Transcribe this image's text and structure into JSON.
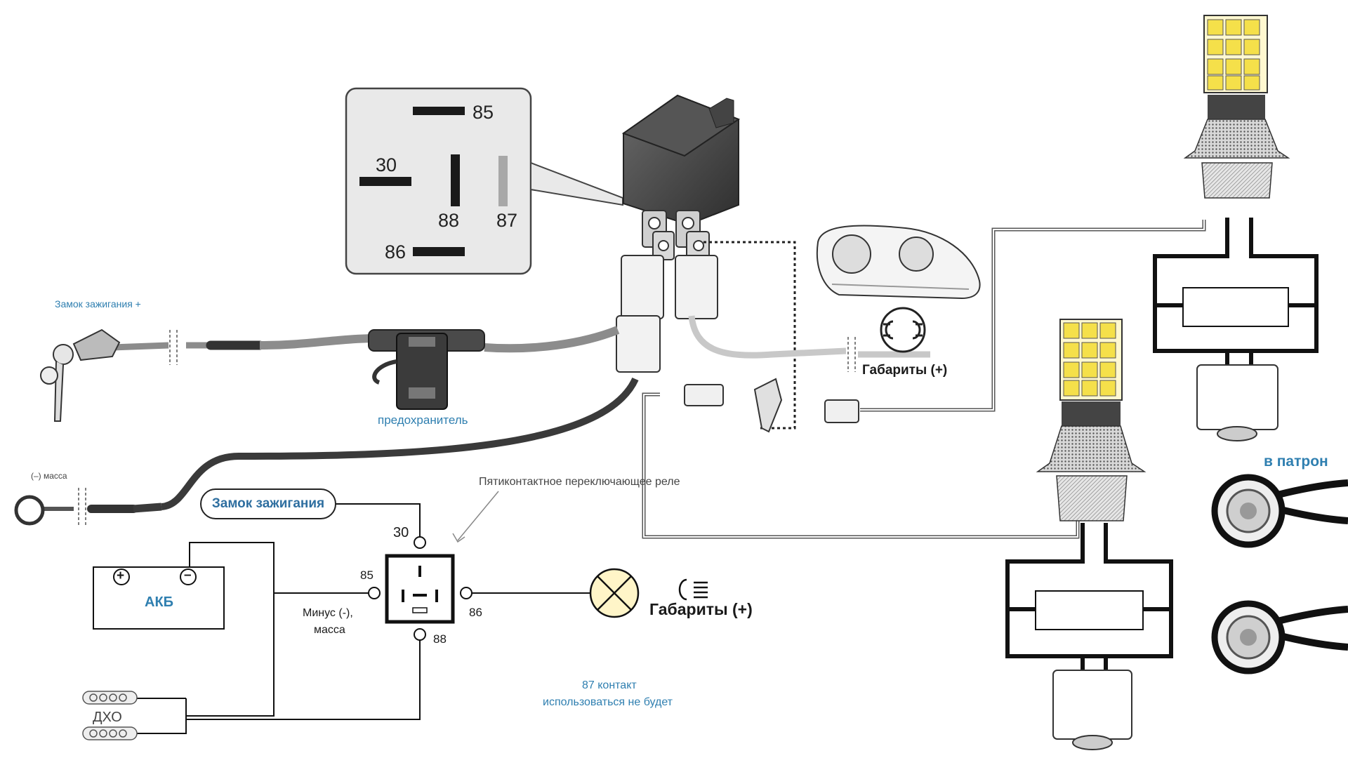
{
  "pinout": {
    "pin85": "85",
    "pin30": "30",
    "pin88": "88",
    "pin87": "87",
    "pin86": "86"
  },
  "photo_labels": {
    "ignition_lock": "Замок зажигания +",
    "fuse": "предохранитель",
    "ground": "(–) масса",
    "parking_lights": "Габариты (+)",
    "to_socket": "в патрон"
  },
  "schematic": {
    "relay_caption": "Пятиконтактное переключающее реле",
    "ignition_pill": "Замок зажигания",
    "battery": "АКБ",
    "battery_plus": "+",
    "battery_minus": "–",
    "minus_ground": [
      "Минус (-),",
      "масса"
    ],
    "drl": "ДХО",
    "parking_lights": "Габариты (+)",
    "pin30": "30",
    "pin85": "85",
    "pin86": "86",
    "pin88": "88",
    "note87": [
      "87 контакт",
      "использоваться не будет"
    ]
  },
  "colors": {
    "accent_blue": "#2f7fb0",
    "led_yellow": "#f5e04a",
    "wire_dark": "#3a3a3a",
    "wire_grey": "#8c8c8c"
  },
  "icons": [
    "parking-light-icon",
    "parking-light-small-icon",
    "lamp-cross-icon",
    "key-icon",
    "ring-terminal-icon",
    "fuse-icon",
    "relay-icon",
    "led-bulb-icon",
    "bulb-socket-icon"
  ]
}
